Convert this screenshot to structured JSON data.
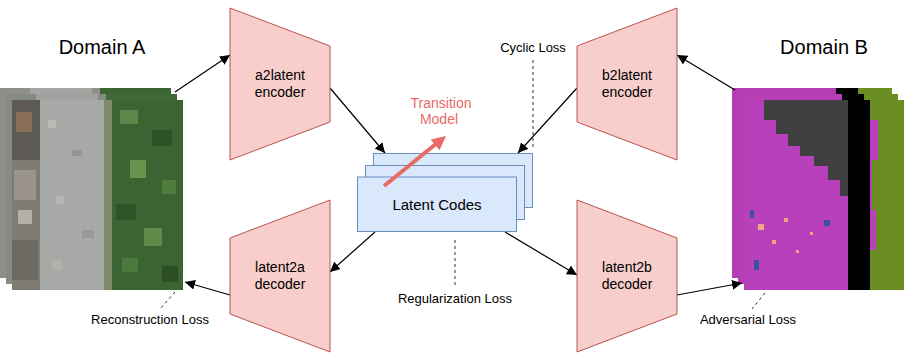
{
  "diagram": {
    "nodes": [
      {
        "text": [
          "Domain A"
        ]
      },
      {
        "text": [
          "a2latent encoder"
        ]
      },
      {
        "text": [
          "latent2a decoder"
        ]
      },
      {
        "text": [
          "Latent Codes"
        ]
      },
      {
        "text": [
          "b2latent encoder"
        ]
      },
      {
        "text": [
          "latent2b decoder"
        ]
      },
      {
        "text": [
          "Domain B"
        ]
      }
    ],
    "edges": [
      {
        "from": 0,
        "to": 1,
        "arrow": "to"
      },
      {
        "from": 1,
        "to": 3,
        "arrow": "to"
      },
      {
        "from": 3,
        "to": 2,
        "arrow": "to"
      },
      {
        "from": 2,
        "to": 0,
        "arrow": "to"
      },
      {
        "from": 6,
        "to": 4,
        "arrow": "to"
      },
      {
        "from": 4,
        "to": 3,
        "arrow": "to"
      },
      {
        "from": 3,
        "to": 5,
        "arrow": "to"
      },
      {
        "from": 5,
        "to": 6,
        "arrow": "to"
      }
    ],
    "labels": [
      "Cyclic Loss",
      "Transition Model",
      "Regularization Loss",
      "Reconstruction Loss",
      "Adversarial Loss"
    ]
  }
}
